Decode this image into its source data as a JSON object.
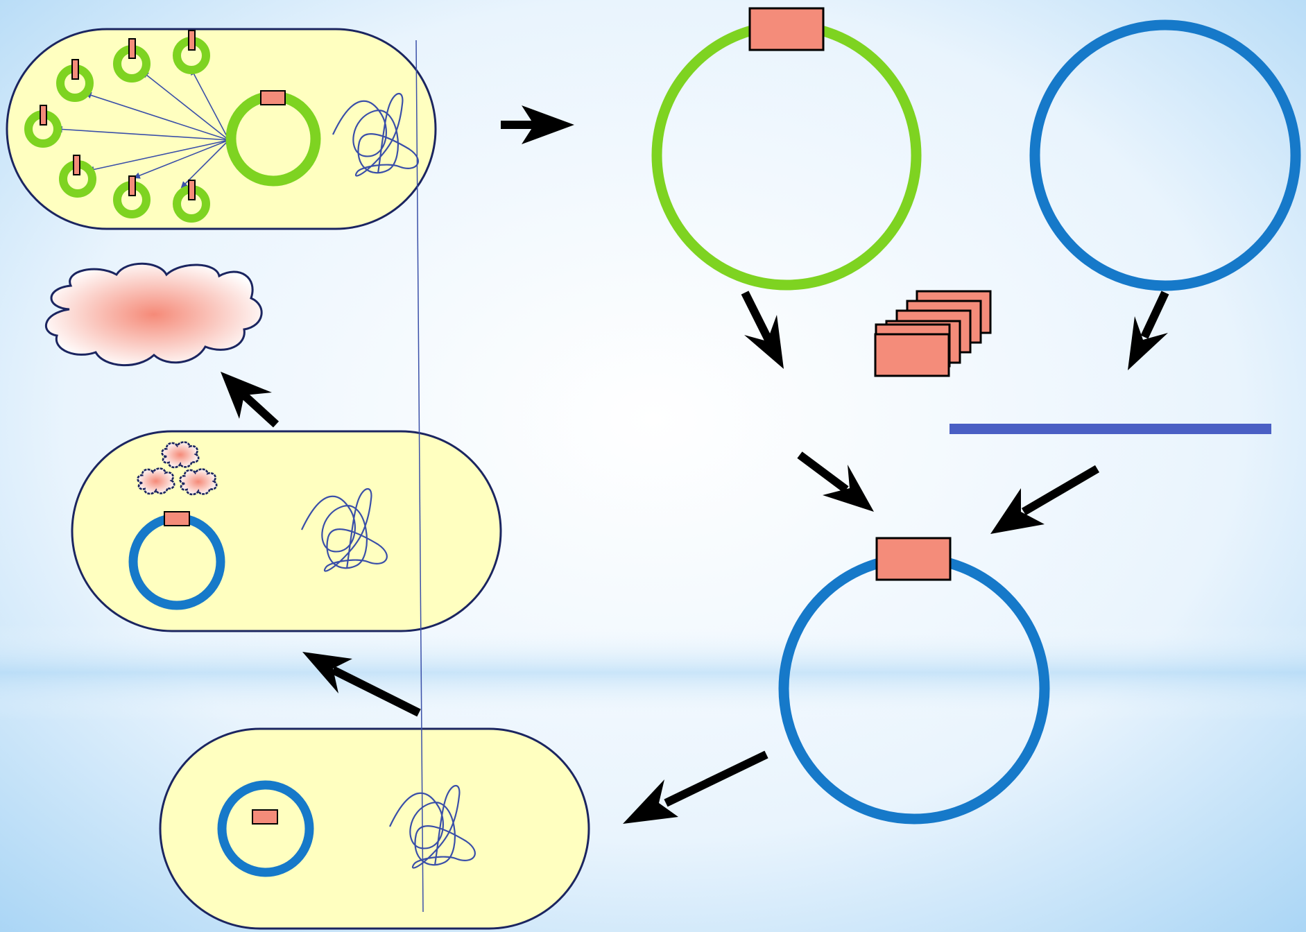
{
  "colors": {
    "background_edge": "#a9d5f5",
    "background_center": "#ffffff",
    "cell_fill": "#ffffc0",
    "cell_outline": "#1b2560",
    "donor_plasmid": "#7ed321",
    "vector_plasmid": "#1679c9",
    "gene_insert": "#f48c7a",
    "protein": "#f48c7a",
    "chromosome": "#3a4fa8",
    "linear_vector": "#4a5fc4",
    "arrow": "#000000"
  },
  "diagram": {
    "elements": [
      "donor-bacterium",
      "donor-plasmid",
      "cloning-vector",
      "restriction-fragments",
      "linearized-vector",
      "recombinant-plasmid",
      "transformed-bacterium",
      "expressing-bacterium",
      "protein-product"
    ]
  }
}
